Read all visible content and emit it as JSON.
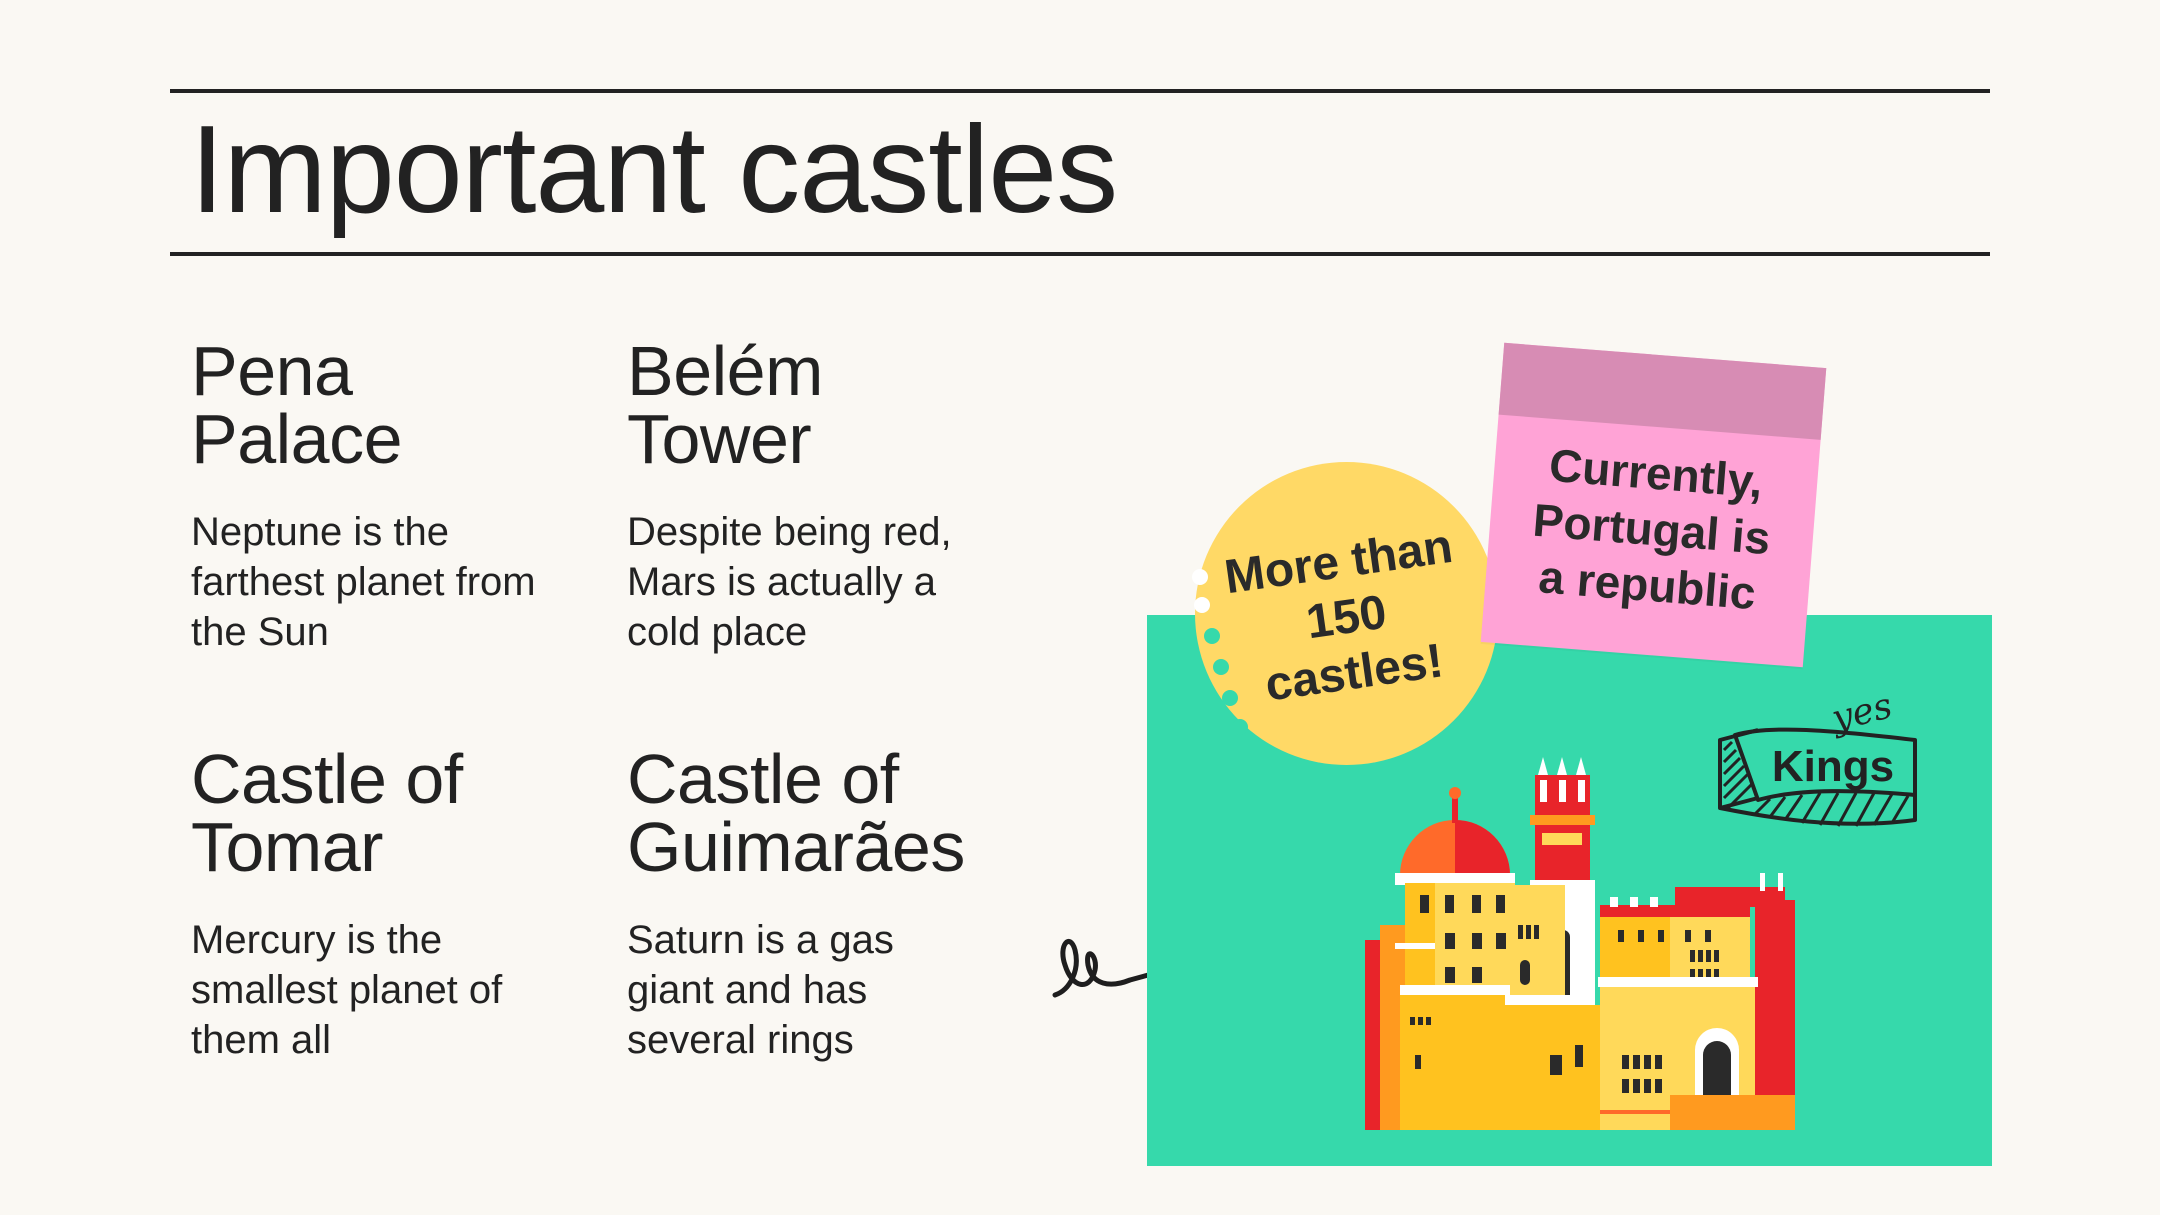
{
  "title": "Important castles",
  "items": [
    {
      "heading_line1": "Pena",
      "heading_line2": "Palace",
      "text": "Neptune is the farthest planet from the Sun"
    },
    {
      "heading_line1": "Belém",
      "heading_line2": "Tower",
      "text": "Despite being red, Mars is actually a cold place"
    },
    {
      "heading_line1": "Castle of",
      "heading_line2": "Tomar",
      "text": "Mercury is the smallest planet of them all"
    },
    {
      "heading_line1": "Castle of",
      "heading_line2": "Guimarães",
      "text": "Saturn is a gas giant and has several rings"
    }
  ],
  "sticky_note": {
    "text": "Currently, Portugal is a republic"
  },
  "badge": {
    "text": "More than 150 castles!"
  },
  "banner": {
    "label": "Kings",
    "annotation": "yes"
  },
  "colors": {
    "background": "#faf8f3",
    "text": "#222222",
    "panel": "#36d9ab",
    "sticky_note": "#ffa3d6",
    "sticky_tab": "#d78cb4",
    "badge": "#ffd966"
  },
  "icons": {
    "arrow": "curly-arrow-icon",
    "castle": "castle-illustration",
    "banner": "ribbon-banner-icon",
    "dots": "dots-decoration"
  }
}
